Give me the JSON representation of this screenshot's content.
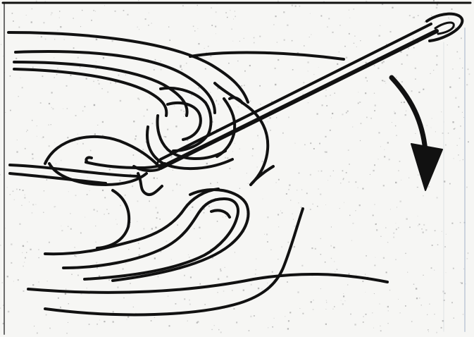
{
  "figure": {
    "paper_color": "#f6f6f4",
    "ink_color": "#111111",
    "noise_color": "#9a9a9a",
    "has_text": false,
    "elements": [
      "border-frame",
      "bladder-outline",
      "uterus-outline",
      "cervix-folds",
      "vaginal-canal",
      "rectum-outline",
      "perineum-curve",
      "needle",
      "direction-arrow"
    ]
  }
}
